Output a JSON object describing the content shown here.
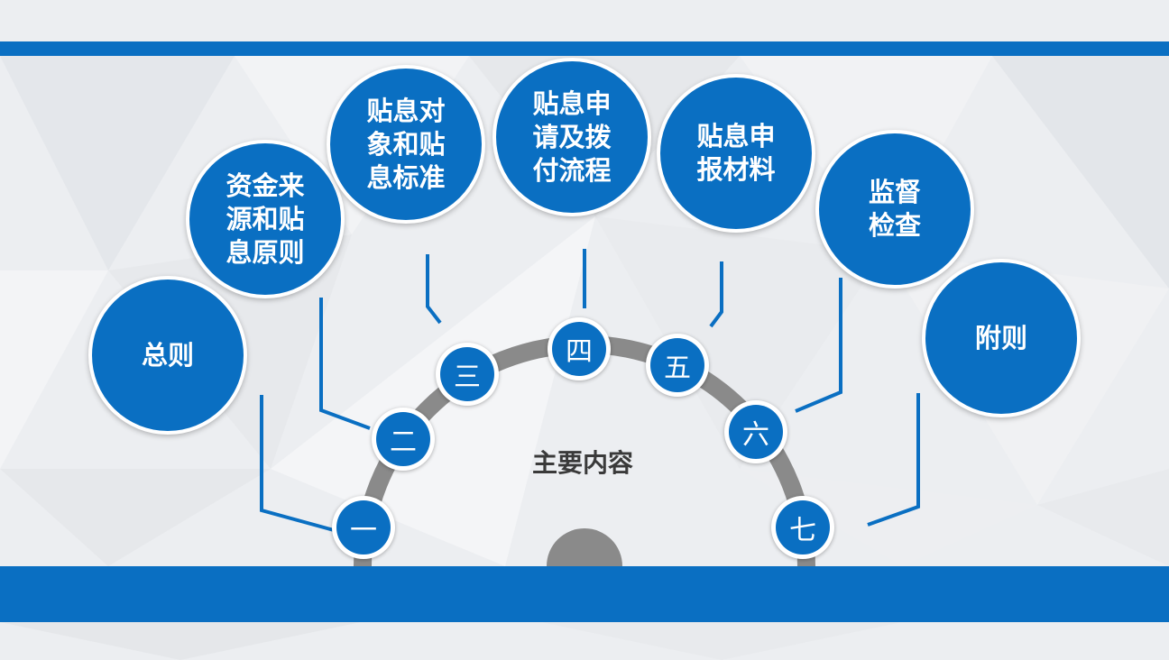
{
  "center_title": "主要内容",
  "colors": {
    "accent": "#0a6fc2",
    "arc": "#8a8a8a",
    "background": "#eceef1"
  },
  "items": [
    {
      "number": "一",
      "label": "总则"
    },
    {
      "number": "二",
      "label": "资金来\n源和贴\n息原则"
    },
    {
      "number": "三",
      "label": "贴息对\n象和贴\n息标准"
    },
    {
      "number": "四",
      "label": "贴息申\n请及拨\n付流程"
    },
    {
      "number": "五",
      "label": "贴息申\n报材料"
    },
    {
      "number": "六",
      "label": "监督\n检查"
    },
    {
      "number": "七",
      "label": "附则"
    }
  ]
}
